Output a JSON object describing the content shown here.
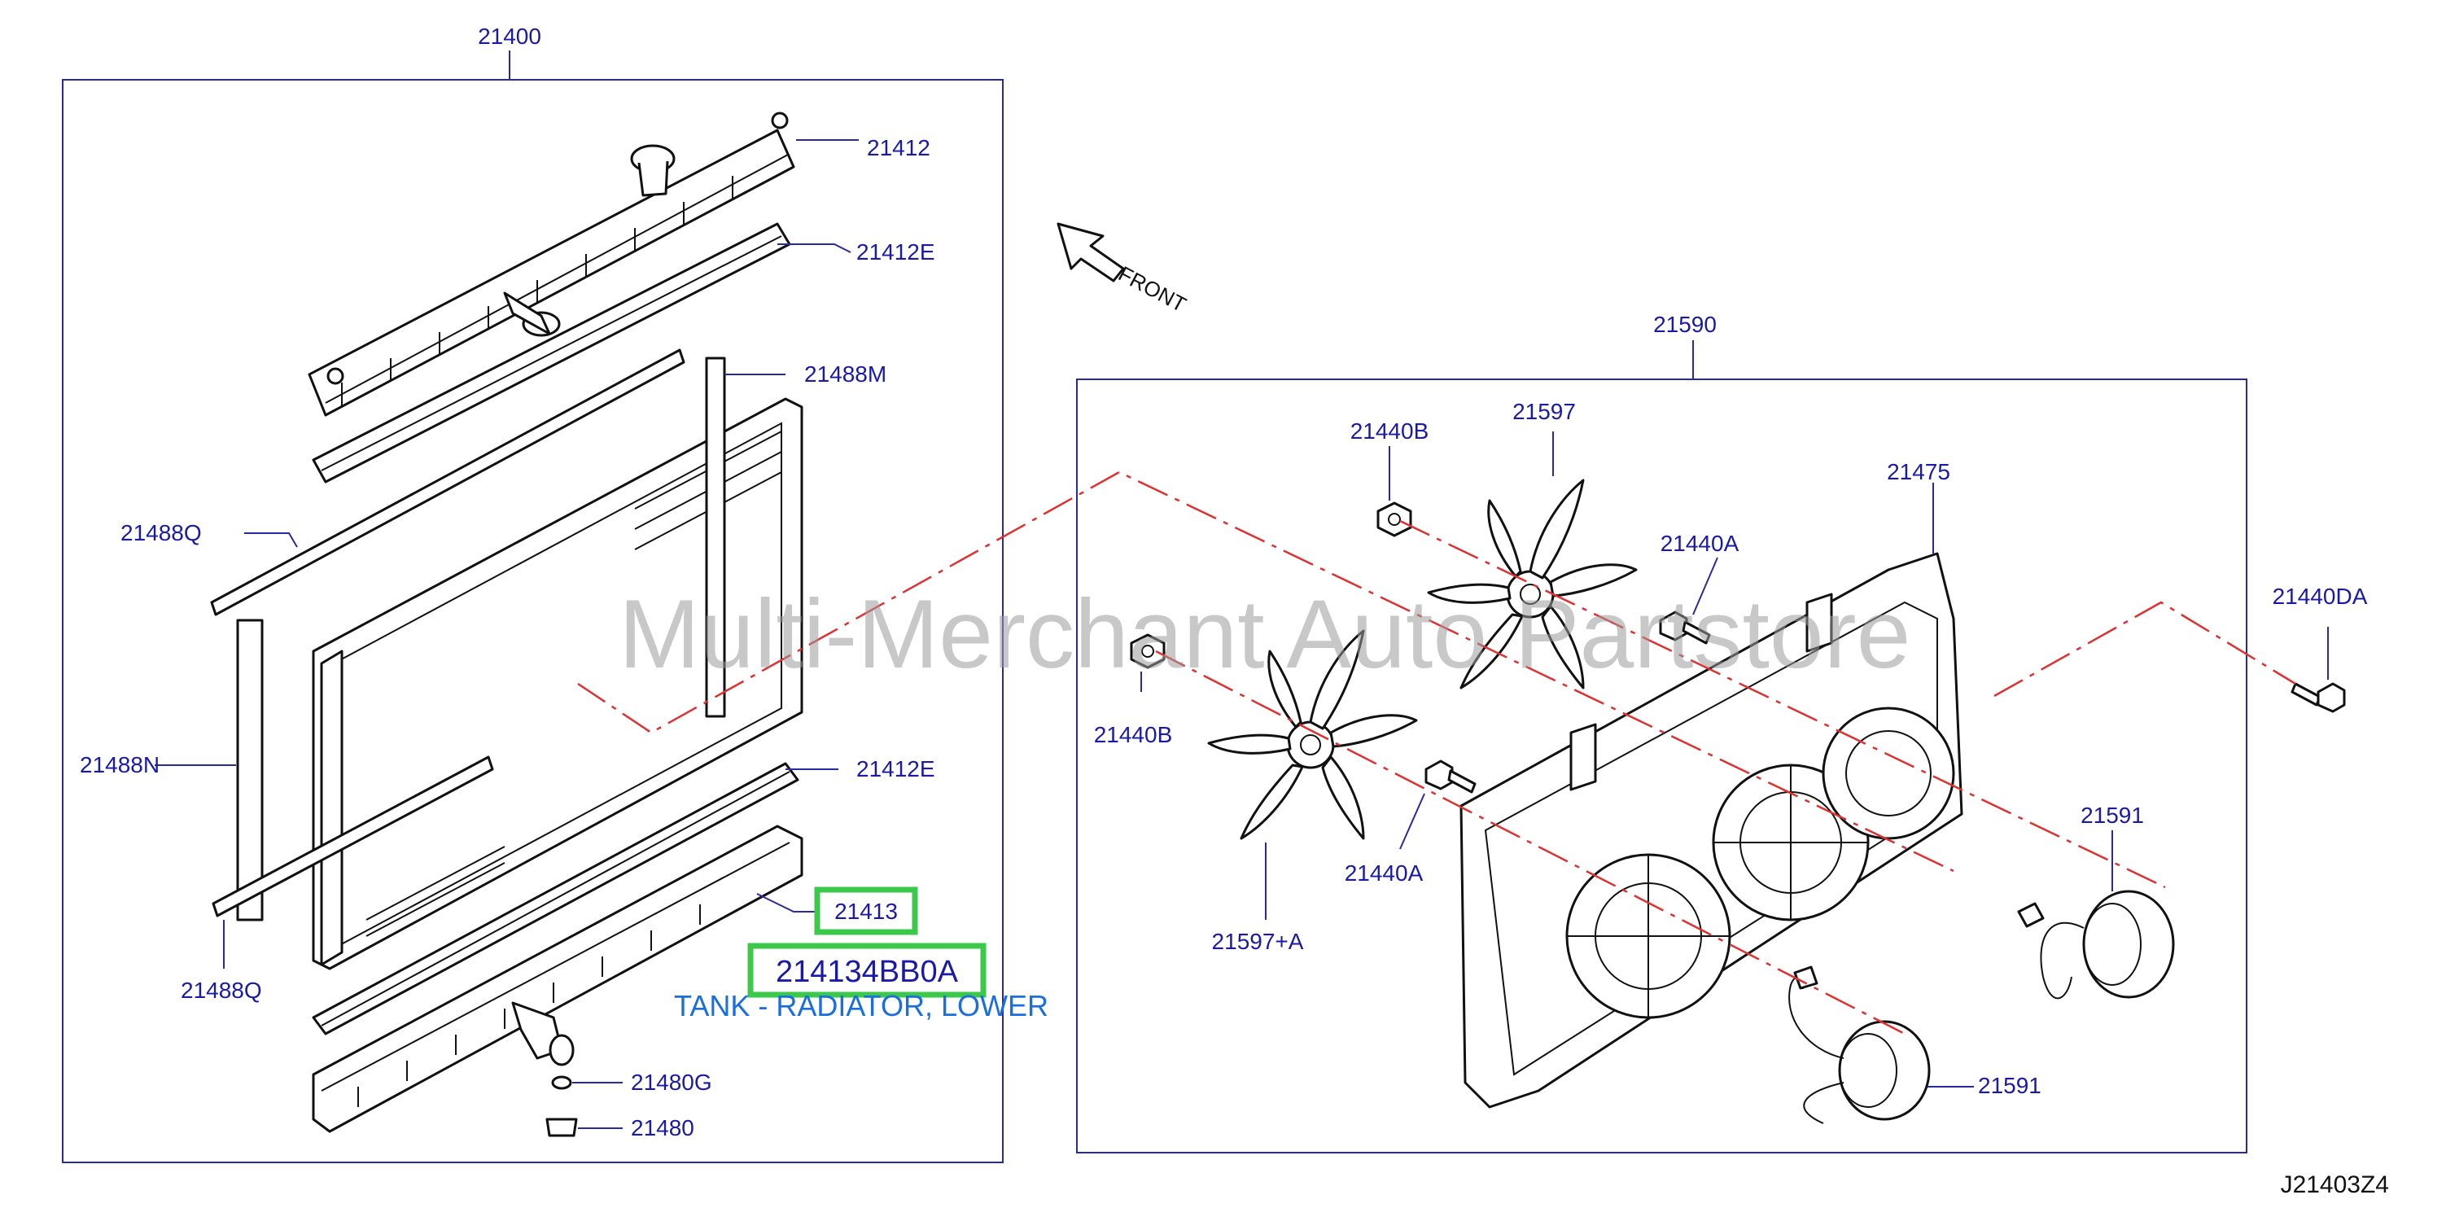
{
  "diagram": {
    "group_labels": {
      "radiator_assembly": "21400",
      "fan_shroud_assembly": "21590"
    },
    "radiator_callouts": {
      "upper_tank": "21412",
      "upper_seal": "21412E",
      "side_mount_right": "21488M",
      "seal_q_upper": "21488Q",
      "side_mount_left": "21488N",
      "lower_seal": "21412E",
      "lower_tank": "21413",
      "seal_q_lower": "21488Q",
      "drain_gasket": "21480G",
      "drain_plug": "21480"
    },
    "fan_callouts": {
      "nut_top": "21440B",
      "fan_top": "21597",
      "shroud": "21475",
      "bolt_a_top": "21440A",
      "bolt_da": "21440DA",
      "nut_left": "21440B",
      "bolt_a_bottom": "21440A",
      "fan_left": "21597+A",
      "motor_right": "21591",
      "motor_bottom": "21591"
    },
    "highlight": {
      "part_number": "21413",
      "full_part_number": "214134BB0A",
      "description": "TANK - RADIATOR, LOWER"
    },
    "front_label": "FRONT",
    "watermark": "Multi-Merchant Auto Partstore",
    "diagram_id": "J21403Z4",
    "colors": {
      "callout_text": "#1a1aa8",
      "highlight_border": "#3cc84a",
      "description_text": "#1a6fe0",
      "centerline": "#e03030"
    }
  }
}
